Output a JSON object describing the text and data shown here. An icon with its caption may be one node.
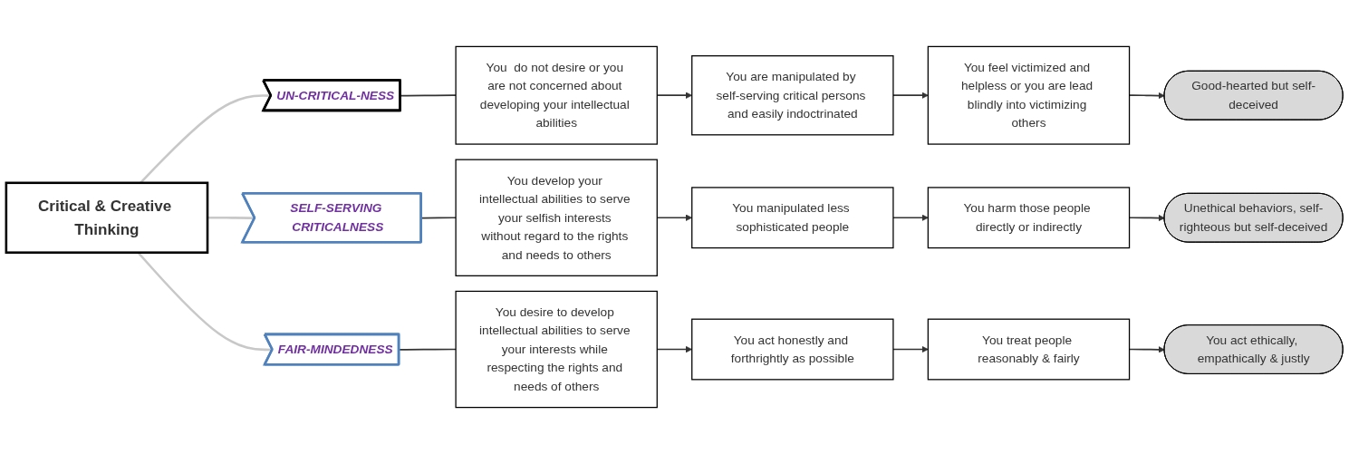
{
  "diagram": {
    "nodes": [
      {
        "text": [
          "Critical & Creative Thinking"
        ]
      },
      {
        "text": [
          "UN-CRITICAL-NESS"
        ]
      },
      {
        "text": [
          "You  do not desire or you are not concerned about developing your intellectual abilities"
        ]
      },
      {
        "text": [
          "You are manipulated by self-serving critical persons and easily indoctrinated"
        ]
      },
      {
        "text": [
          "You feel victimized and helpless or you are lead blindly into victimizing others"
        ]
      },
      {
        "text": [
          "Good-hearted but self-deceived"
        ]
      },
      {
        "text": [
          "SELF-SERVING CRITICALNESS"
        ]
      },
      {
        "text": [
          "You develop your intellectual abilities to serve your selfish interests without regard to the rights and needs to others"
        ]
      },
      {
        "text": [
          "You manipulated less sophisticated people"
        ]
      },
      {
        "text": [
          "You harm those people directly or indirectly"
        ]
      },
      {
        "text": [
          "Unethical behaviors, self-righteous but self-deceived"
        ]
      },
      {
        "text": [
          "FAIR-MINDEDNESS"
        ]
      },
      {
        "text": [
          "You desire to develop intellectual abilities to serve your interests while respecting the rights and needs of others"
        ]
      },
      {
        "text": [
          "You act honestly and forthrightly as possible"
        ]
      },
      {
        "text": [
          "You treat people reasonably & fairly"
        ]
      },
      {
        "text": [
          "You act ethically, empathically & justly"
        ]
      }
    ],
    "edges": [
      {
        "from": 0,
        "to": 1,
        "arrow": "none",
        "color": "#c8c8c8"
      },
      {
        "from": 0,
        "to": 6,
        "arrow": "none",
        "color": "#c8c8c8"
      },
      {
        "from": 0,
        "to": 11,
        "arrow": "none",
        "color": "#c8c8c8"
      },
      {
        "from": 1,
        "to": 2,
        "arrow": "none"
      },
      {
        "from": 2,
        "to": 3,
        "arrow": "to"
      },
      {
        "from": 3,
        "to": 4,
        "arrow": "to"
      },
      {
        "from": 4,
        "to": 5,
        "arrow": "to"
      },
      {
        "from": 6,
        "to": 7,
        "arrow": "none"
      },
      {
        "from": 7,
        "to": 8,
        "arrow": "to"
      },
      {
        "from": 8,
        "to": 9,
        "arrow": "to"
      },
      {
        "from": 9,
        "to": 10,
        "arrow": "to"
      },
      {
        "from": 11,
        "to": 12,
        "arrow": "none"
      },
      {
        "from": 12,
        "to": 13,
        "arrow": "to"
      },
      {
        "from": 13,
        "to": 14,
        "arrow": "to"
      },
      {
        "from": 14,
        "to": 15,
        "arrow": "to"
      }
    ]
  }
}
